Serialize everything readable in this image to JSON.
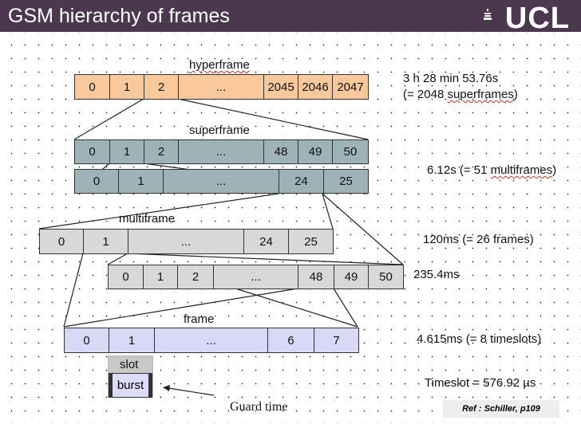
{
  "header": {
    "title": "GSM hierarchy of frames",
    "logo": "UCL"
  },
  "colors": {
    "header_bg": "#4b384f",
    "hyperframe": "#f9c99b",
    "superframe": "#9eb3b8",
    "multiframe": "#d8d8d8",
    "frame": "#d9d9f7",
    "slot": "#c8c8c8"
  },
  "hyperframe": {
    "label": "hyperframe",
    "cells": [
      "0",
      "1",
      "2",
      "...",
      "2045",
      "2046",
      "2047"
    ],
    "duration": "3 h 28 min 53.76s",
    "note_open": "(= 2048 ",
    "note_word": "superframes",
    "note_close": ")"
  },
  "superframe": {
    "label": "superframe",
    "row_a": [
      "0",
      "1",
      "2",
      "...",
      "48",
      "49",
      "50"
    ],
    "row_b": [
      "0",
      "1",
      "...",
      "24",
      "25"
    ],
    "duration_open": "6.12s (= 51 ",
    "duration_word": "multiframes",
    "duration_close": ")"
  },
  "multiframe": {
    "label": "multiframe",
    "row_a": [
      "0",
      "1",
      "...",
      "24",
      "25"
    ],
    "row_a_duration": "120ms (= 26 frames)",
    "row_b": [
      "0",
      "1",
      "2",
      "...",
      "48",
      "49",
      "50"
    ],
    "row_b_duration": "235.4ms"
  },
  "frame": {
    "label": "frame",
    "cells": [
      "0",
      "1",
      "...",
      "6",
      "7"
    ],
    "duration": "4.615ms (= 8 timeslots)"
  },
  "slot": {
    "label": "slot",
    "burst": "burst",
    "timeslot": "Timeslot = 576.92 µs",
    "guard_time": "Guard time"
  },
  "reference": "Ref : Schiller, p109"
}
